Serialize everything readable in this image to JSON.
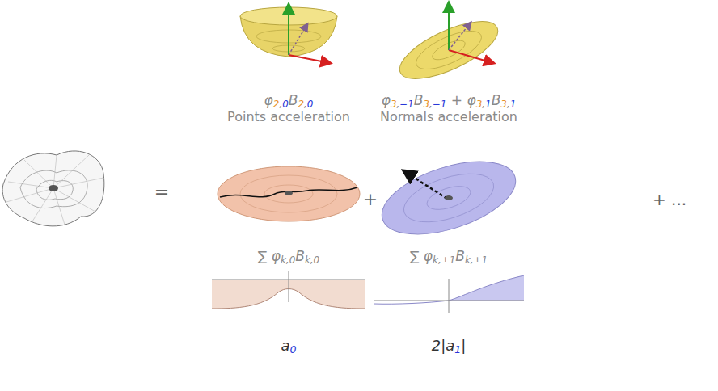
{
  "diagram": {
    "labels": [
      "φ2,0B2,0",
      "Points acceleration",
      "φ3,−1B3,−1 + φ3,1B3,1",
      "Normals acceleration",
      "=",
      "+",
      "+ ...",
      "∑ φk,0Bk,0",
      "∑ φk,±1Bk,±1",
      "a0",
      "2|a1|"
    ]
  }
}
